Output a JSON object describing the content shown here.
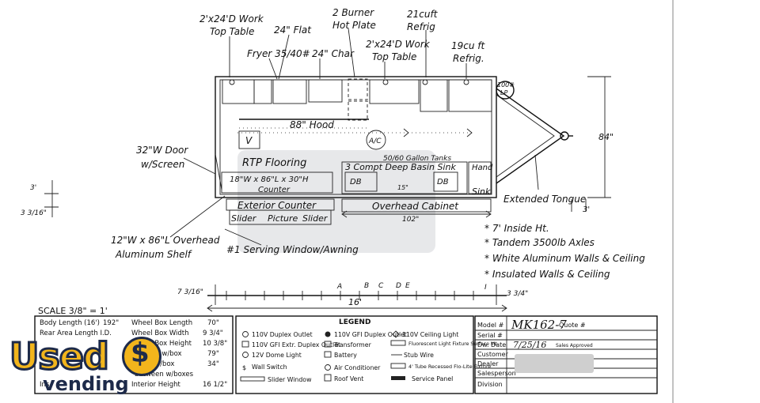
{
  "callouts": {
    "work_top_table_left": [
      "2'x24'D Work",
      "Top Table"
    ],
    "flat_24": "24\" Flat",
    "burner": [
      "2 Burner",
      "Hot Plate"
    ],
    "refrig_21": [
      "21cuft",
      "Refrig"
    ],
    "fryer": "Fryer 35/40#",
    "char_24": "24\" Char",
    "work_top_table_right": [
      "2'x24'D Work",
      "Top Table"
    ],
    "refrig_19": [
      "19cu ft",
      "Refrig."
    ],
    "lp": [
      "100#",
      "LP"
    ],
    "hood": "88\" Hood",
    "v_box": "V",
    "ac": "A/C",
    "door": [
      "32\"W Door",
      "w/Screen"
    ],
    "rtp": "RTP Flooring",
    "tanks": "50/60 Gallon Tanks",
    "sink_3": "3 Compt Deep Basin Sink",
    "hand_sink": [
      "Hand",
      "Sink"
    ],
    "db_left": "DB",
    "db_right": "DB",
    "depth_15": "15\"",
    "counter": [
      "18\"W x 86\"L x 30\"H",
      "Counter"
    ],
    "width_84": "84\"",
    "tongue": [
      "Extended Tongue",
      "3'"
    ],
    "ext_counter": "Exterior Counter",
    "slider": [
      "Slider",
      "Picture",
      "Slider"
    ],
    "overhead_cabinet": "Overhead Cabinet",
    "cab_102": "102\"",
    "dim_left_3": "3'",
    "dim_left_3_16": "3 3/16\"",
    "shelf": [
      "12\"W x 86\"L Overhead",
      "Aluminum Shelf"
    ],
    "serving_window": "#1 Serving Window/Awning",
    "notes": [
      "* 7' Inside Ht.",
      "* Tandem 3500lb Axles",
      "* White Aluminum Walls & Ceiling",
      "* Insulated Walls & Ceiling"
    ],
    "dim_bottom_left": "7 3/16\"",
    "dim_16": "16'",
    "dim_bottom_right": "3 3/4\"",
    "tick_letters": [
      "A",
      "B",
      "C",
      "D",
      "E"
    ],
    "tick_i": "I"
  },
  "spec_table": {
    "scale": "SCALE 3/8\" = 1'",
    "rows": [
      {
        "label": "Body Length (16')",
        "value": "192\"",
        "label2": "Wheel Box Length",
        "value2": "70\""
      },
      {
        "label": "Rear Area Length I.D.",
        "value": "",
        "label2": "Wheel Box Width",
        "value2": "9 3/4\""
      },
      {
        "label": "",
        "value": "",
        "label2": "Wheel Box Height",
        "value2": "10 3/8\""
      },
      {
        "label": "",
        "value": "",
        "label2": "I.D. to w/box",
        "value2": "79\""
      },
      {
        "label": "",
        "value": "",
        "label2": "to w/box",
        "value2": "34\""
      },
      {
        "label": "",
        "value": "",
        "label2": "between w/boxes",
        "value2": ""
      },
      {
        "label": "Ins",
        "value": "",
        "label2": "Interior Height",
        "value2": "16 1/2\""
      }
    ]
  },
  "legend": {
    "title": "LEGEND",
    "col1": [
      "110V Duplex Outlet",
      "110V GFI Extr. Duplex Outlet",
      "12V Dome Light",
      "Wall Switch",
      "Slider Window"
    ],
    "col2": [
      "110V GFI Duplex Outlet",
      "Transformer",
      "Battery",
      "Air Conditioner",
      "Roof Vent"
    ],
    "col3": [
      "110V Ceiling Light",
      "Fluorescent Light Fixture Surface Mt.",
      "Stub Wire",
      "4' Tube Recessed Flo-Lite Fixture",
      "Service Panel"
    ]
  },
  "title_block": {
    "model_label": "Model #",
    "model_value": "MK162-7",
    "quote_label": "Quote #",
    "serial_label": "Serial #",
    "dw_date_label": "Dw. Date",
    "dw_date_value": "7/25/16",
    "sales_approved": "Sales Approved",
    "customer_label": "Customer",
    "dealer_label": "Dealer",
    "salesperson_label": "Salesperson",
    "division_label": "Division"
  },
  "badge": {
    "used": "Used",
    "vending": "vending"
  }
}
